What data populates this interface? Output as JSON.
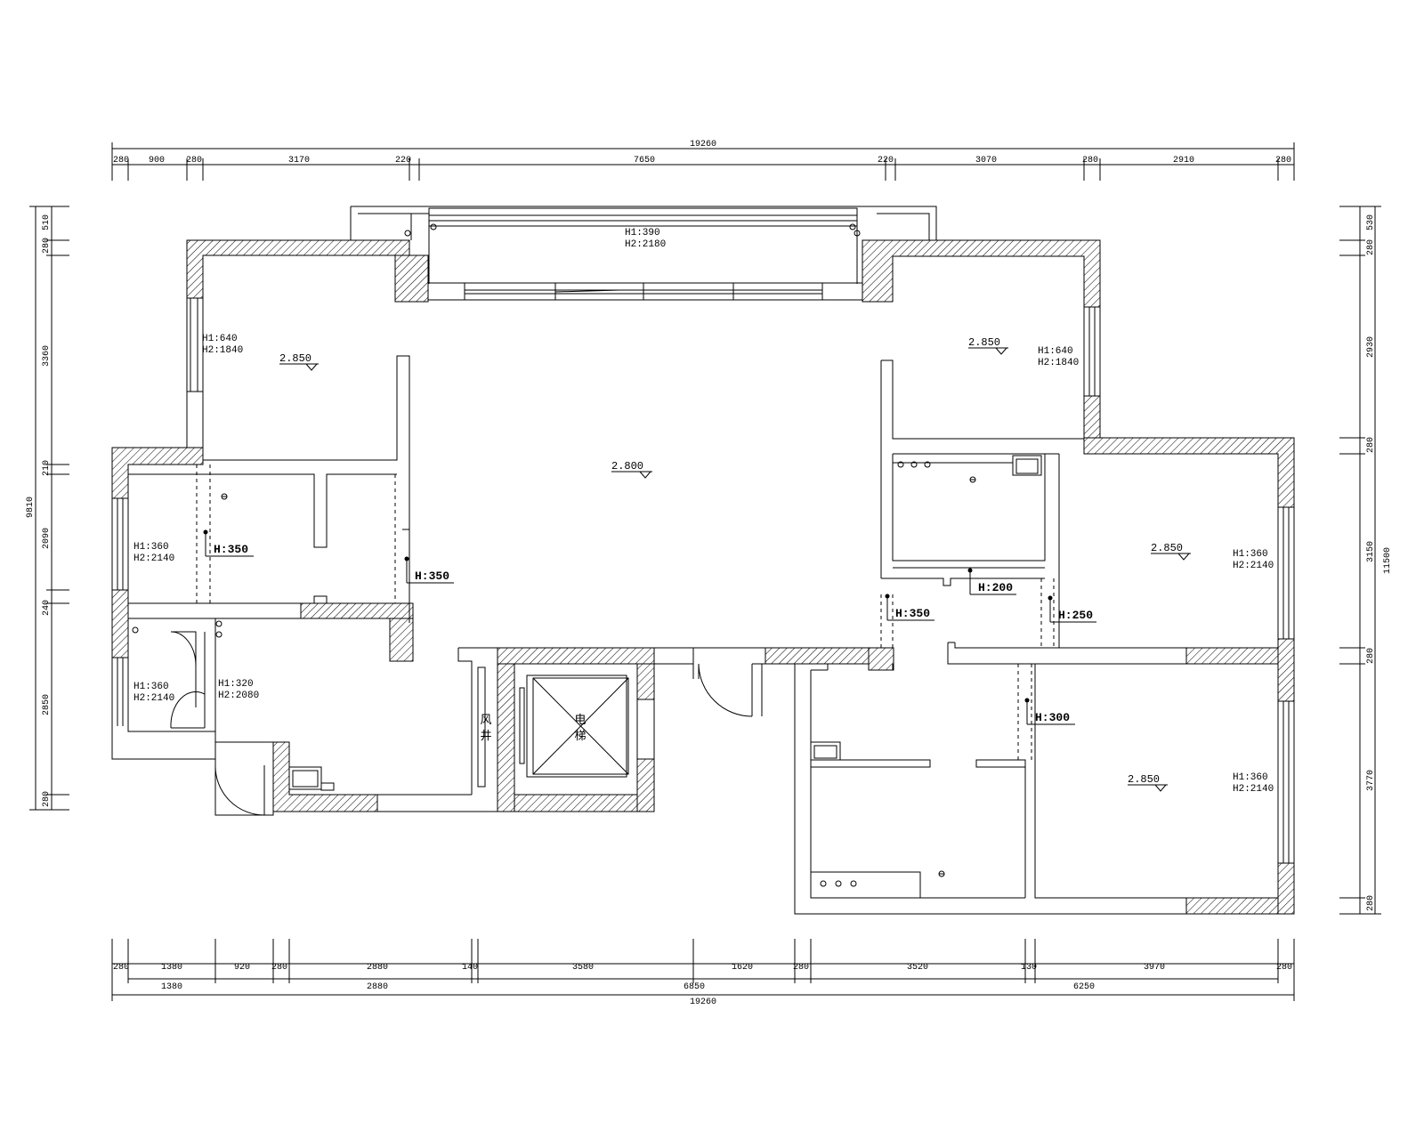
{
  "dims": {
    "top_total": "19260",
    "top": [
      "280",
      "900",
      "280",
      "3170",
      "220",
      "7650",
      "220",
      "3070",
      "280",
      "2910",
      "280"
    ],
    "bottom_row1": [
      "280",
      "1380",
      "920",
      "280",
      "2880",
      "140",
      "3580",
      "1620",
      "280",
      "3520",
      "130",
      "3970",
      "280"
    ],
    "bottom_row2": [
      "1380",
      "2880",
      "6850",
      "6250"
    ],
    "bottom_total": "19260",
    "left": [
      "510",
      "280",
      "3360",
      "210",
      "2090",
      "240",
      "2850",
      "280"
    ],
    "left_total": "9810",
    "right": [
      "530",
      "280",
      "2930",
      "280",
      "3150",
      "280",
      "3770",
      "280"
    ],
    "right_total": "11500"
  },
  "windows": {
    "balcony": [
      "H1:390",
      "H2:2180"
    ],
    "living_left": [
      "H1:640",
      "H2:1840"
    ],
    "living_right": [
      "H1:640",
      "H2:1840"
    ],
    "room_left": [
      "H1:360",
      "H2:2140"
    ],
    "bath_left": [
      "H1:360",
      "H2:2140"
    ],
    "kitchen_left": [
      "H1:320",
      "H2:2080"
    ],
    "bed_right_upper": [
      "H1:360",
      "H2:2140"
    ],
    "bed_right_lower": [
      "H1:360",
      "H2:2140"
    ]
  },
  "levels": {
    "living": "2.800",
    "room_nw": "2.850",
    "room_ne": "2.850",
    "room_e": "2.850",
    "room_se": "2.850"
  },
  "heights": {
    "h1": "H:350",
    "h2": "H:350",
    "h3": "H:200",
    "h4": "H:350",
    "h5": "H:250",
    "h6": "H:300"
  },
  "labels": {
    "shaft_1": "风",
    "shaft_2": "井",
    "elevator_1": "电",
    "elevator_2": "梯"
  }
}
